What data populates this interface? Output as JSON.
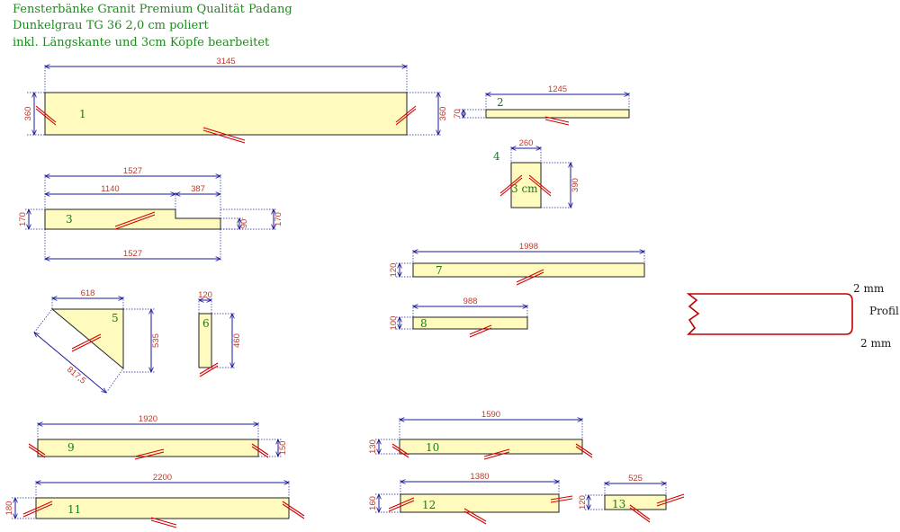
{
  "header": {
    "line1": "Fensterbänke Granit Premium Qualität Padang",
    "line2": "Dunkelgrau TG 36 2,0 cm poliert",
    "line3": "inkl. Längskante und 3cm Köpfe bearbeitet"
  },
  "colors": {
    "piece_fill": "#fffbbf",
    "outline": "#222222",
    "dimension": "#1a1a9a",
    "dim_text": "#c0392b",
    "marks": "#d40000",
    "label": "#1a7a1a",
    "profile": "#c00000"
  },
  "pieces": {
    "p1": {
      "label": "1",
      "length": "3145",
      "depth": "360",
      "depth2": "360"
    },
    "p2": {
      "label": "2",
      "length": "1245",
      "depth": "70"
    },
    "p3": {
      "label": "3",
      "length_top": "1527",
      "seg1": "1140",
      "seg2": "387",
      "length_bottom": "1527",
      "depth_left": "170",
      "depth_step": "90",
      "depth_right": "170"
    },
    "p4": {
      "label": "4",
      "note": "3 cm",
      "width": "260",
      "depth": "390"
    },
    "p5": {
      "label": "5",
      "top": "618",
      "right": "535",
      "diag": "817,5"
    },
    "p6": {
      "label": "6",
      "width": "120",
      "height": "460"
    },
    "p7": {
      "label": "7",
      "length": "1998",
      "depth": "120"
    },
    "p8": {
      "label": "8",
      "length": "988",
      "depth": "100"
    },
    "p9": {
      "label": "9",
      "length": "1920",
      "depth": "150"
    },
    "p10": {
      "label": "10",
      "length": "1590",
      "depth": "130"
    },
    "p11": {
      "label": "11",
      "length": "2200",
      "depth": "180"
    },
    "p12": {
      "label": "12",
      "length": "1380",
      "depth": "160"
    },
    "p13": {
      "label": "13",
      "length": "525",
      "depth": "120"
    }
  },
  "profile": {
    "top": "2 mm",
    "label": "Profil",
    "bottom": "2 mm"
  }
}
